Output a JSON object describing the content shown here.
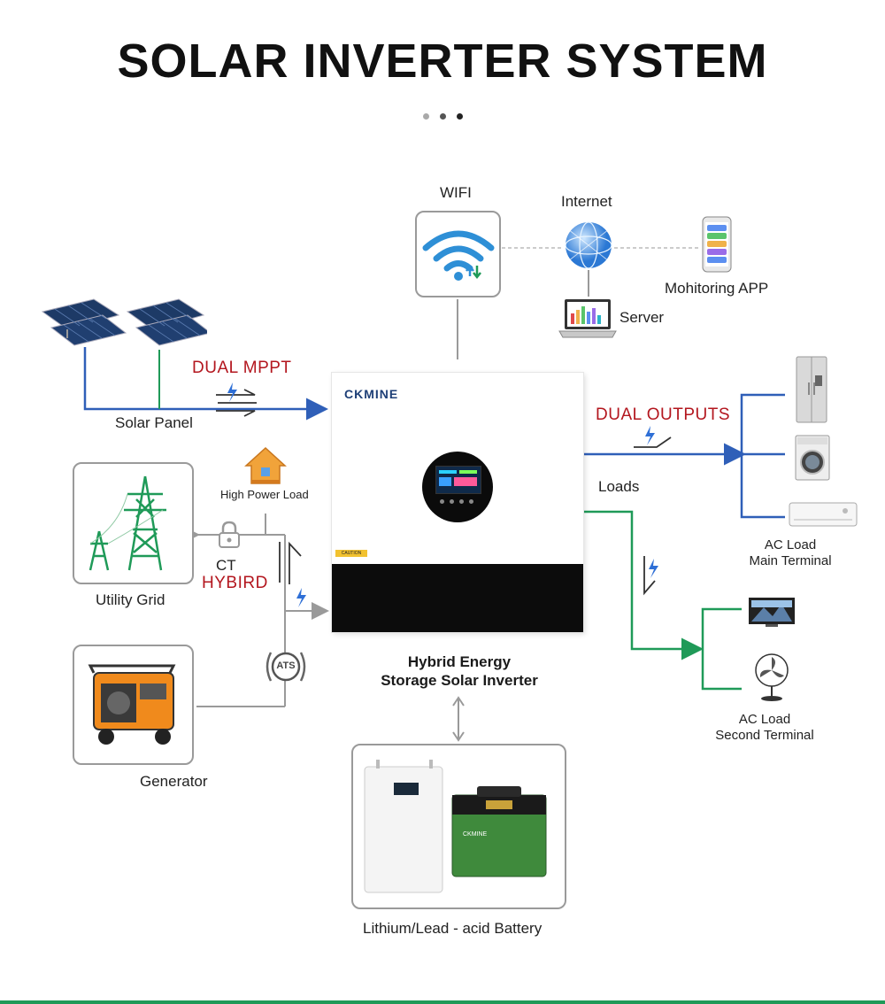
{
  "title": "SOLAR INVERTER SYSTEM",
  "dots": [
    "#a9a9a9",
    "#555555",
    "#222222"
  ],
  "labels": {
    "wifi": "WIFI",
    "internet": "Internet",
    "monitoring_app": "Mohitoring APP",
    "server": "Server",
    "dual_mppt": "DUAL MPPT",
    "solar_panel": "Solar Panel",
    "dual_outputs": "DUAL OUTPUTS",
    "loads": "Loads",
    "high_power_load": "High Power Load",
    "ct": "CT",
    "hybird": "HYBIRD",
    "utility_grid": "Utility Grid",
    "ats": "ATS",
    "generator": "Generator",
    "inverter_line1": "Hybrid Energy",
    "inverter_line2": "Storage Solar Inverter",
    "ac_main_line1": "AC Load",
    "ac_main_line2": "Main Terminal",
    "ac_second_line1": "AC Load",
    "ac_second_line2": "Second Terminal",
    "battery": "Lithium/Lead - acid Battery",
    "brand": "CKMINE",
    "caution": "CAUTION"
  },
  "colors": {
    "solar_line": "#2f5fb8",
    "grid_line": "#9a9a9a",
    "second_line": "#1f9a58",
    "accent_red": "#b3161e",
    "bolt": "#2e6fd6"
  }
}
